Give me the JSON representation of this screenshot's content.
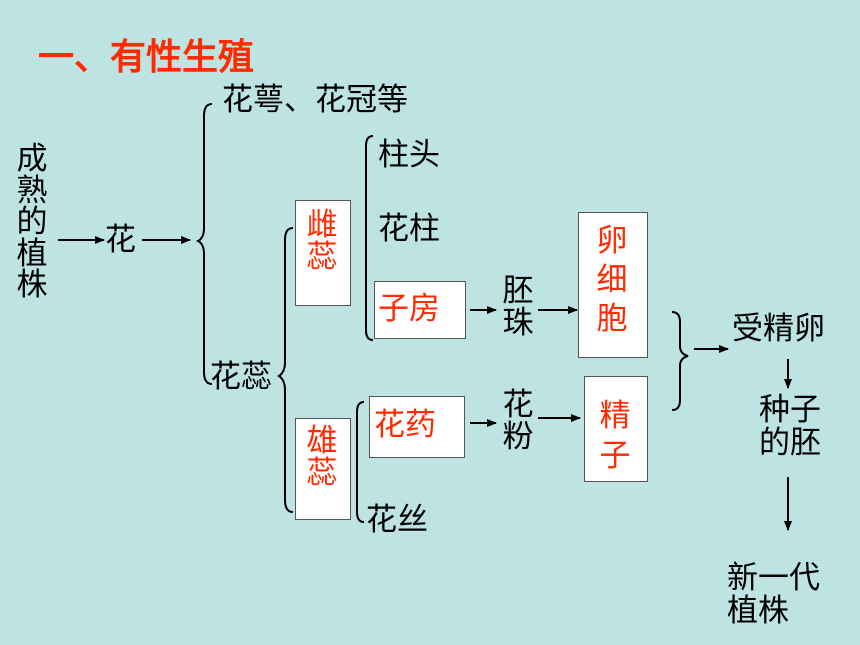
{
  "title": "一、有性生殖",
  "nodes": {
    "mature_plant": "成熟的植株",
    "flower": "花",
    "sepals_petals": "花萼、花冠等",
    "flower_heart": "花蕊",
    "pistil": "雌蕊",
    "stamen": "雄蕊",
    "stigma": "柱头",
    "style": "花柱",
    "ovary": "子房",
    "anther": "花药",
    "filament": "花丝",
    "ovule": "胚珠",
    "pollen": "花粉",
    "egg_cell": "卵细胞",
    "sperm": "精子",
    "zygote": "受精卵",
    "embryo": "种子的胚",
    "new_plant": "新一代植株"
  },
  "colors": {
    "background": "#bde3e3",
    "highlight": "#ff2a00",
    "box_fill": "#ffffff"
  }
}
